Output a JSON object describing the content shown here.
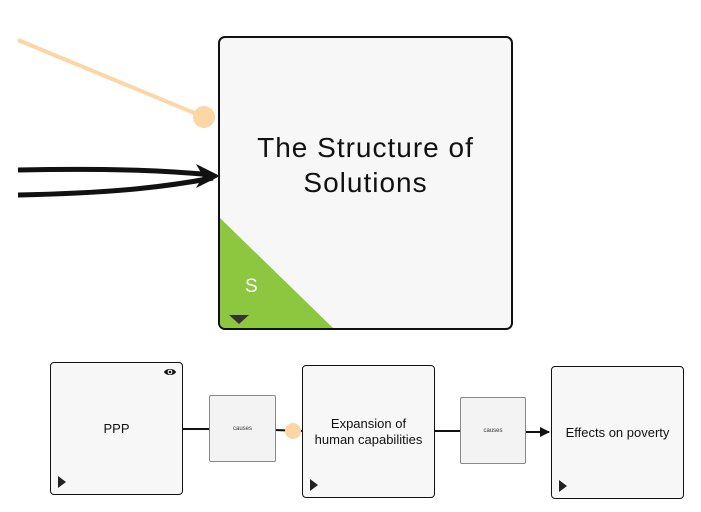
{
  "nodes": {
    "main": {
      "title": "The Structure of Solutions",
      "badge": "S",
      "badge_color": "#8dc63f"
    },
    "ppp": {
      "label": "PPP"
    },
    "expansion": {
      "label": "Expansion of human capabilities"
    },
    "effects": {
      "label": "Effects on poverty"
    }
  },
  "relations": {
    "rel1": {
      "label": "causes"
    },
    "rel2": {
      "label": "causes"
    }
  },
  "colors": {
    "peach_link": "#fcd6a5",
    "arrow": "#111111",
    "badge_green": "#8dc63f"
  },
  "icons": {
    "visibility": "eye-icon",
    "expand": "play-triangle-icon",
    "collapse": "triangle-down-icon"
  }
}
